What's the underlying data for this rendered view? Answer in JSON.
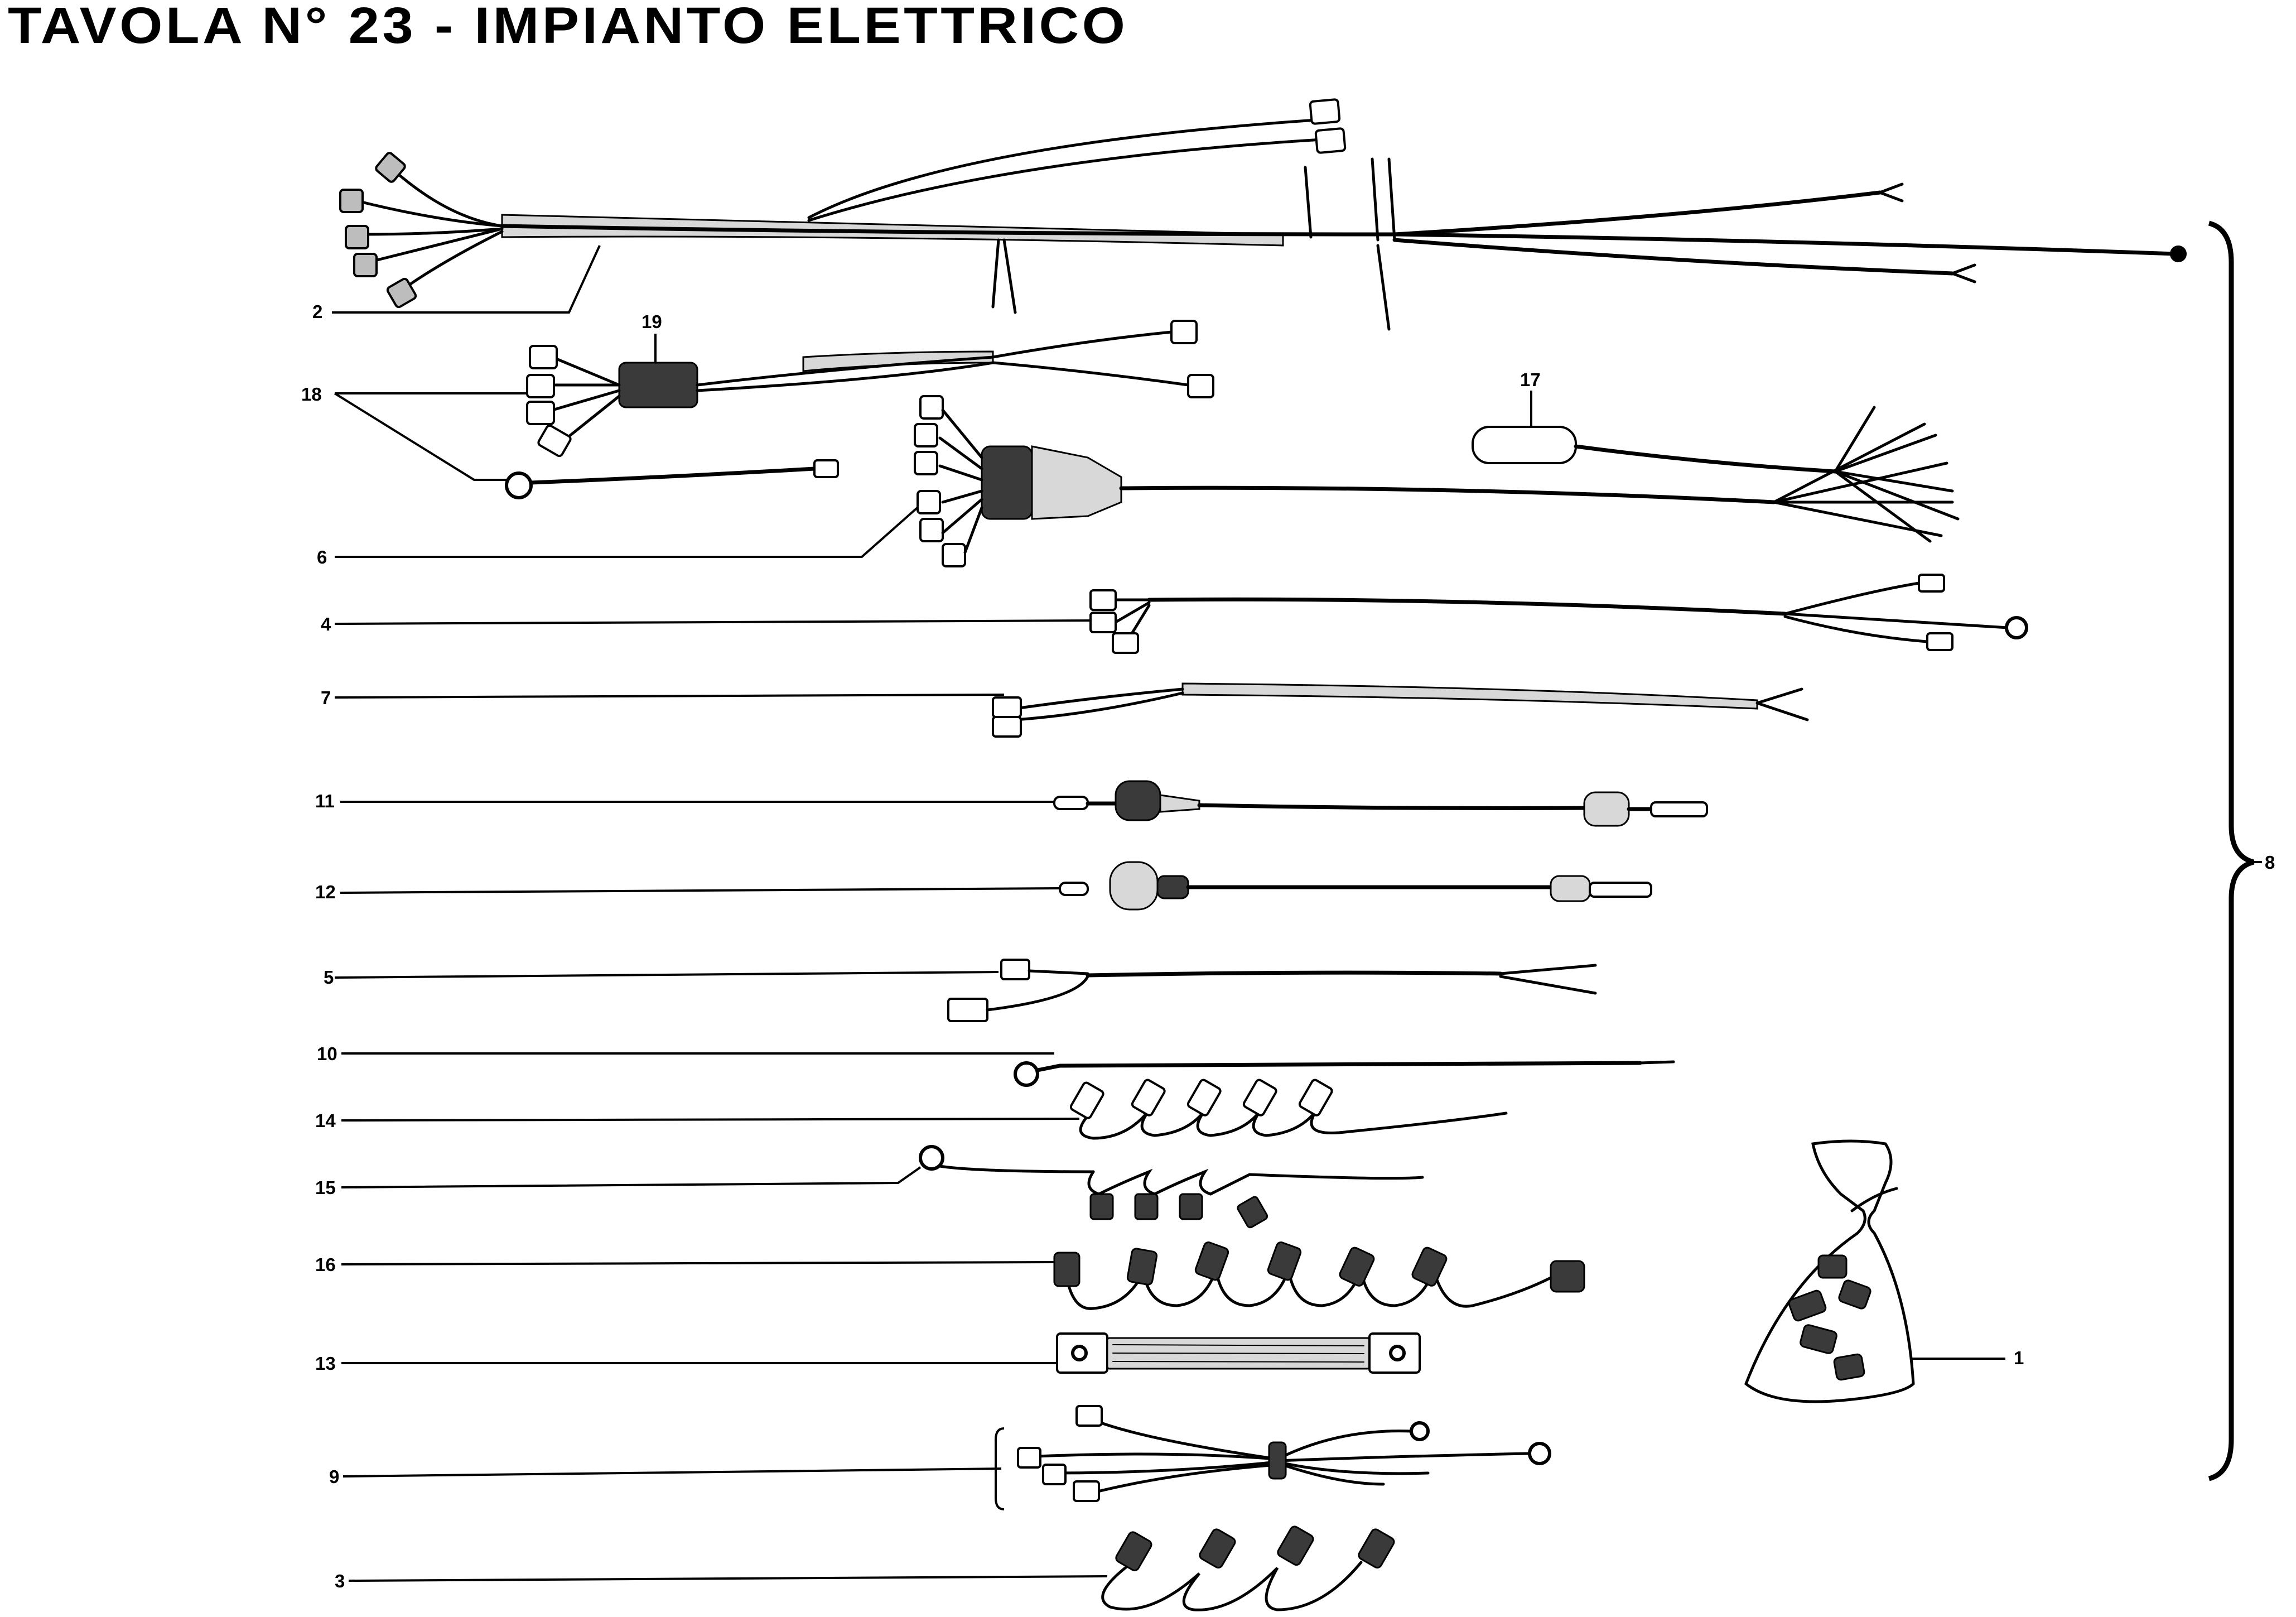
{
  "title": "TAVOLA N° 23 - IMPIANTO ELETTRICO",
  "labels": {
    "p1": "1",
    "p2": "2",
    "p3": "3",
    "p4": "4",
    "p5": "5",
    "p6": "6",
    "p7": "7",
    "p8": "8",
    "p9": "9",
    "p10": "10",
    "p11": "11",
    "p12": "12",
    "p13": "13",
    "p14": "14",
    "p15": "15",
    "p16": "16",
    "p17": "17",
    "p18": "18",
    "p19": "19"
  }
}
